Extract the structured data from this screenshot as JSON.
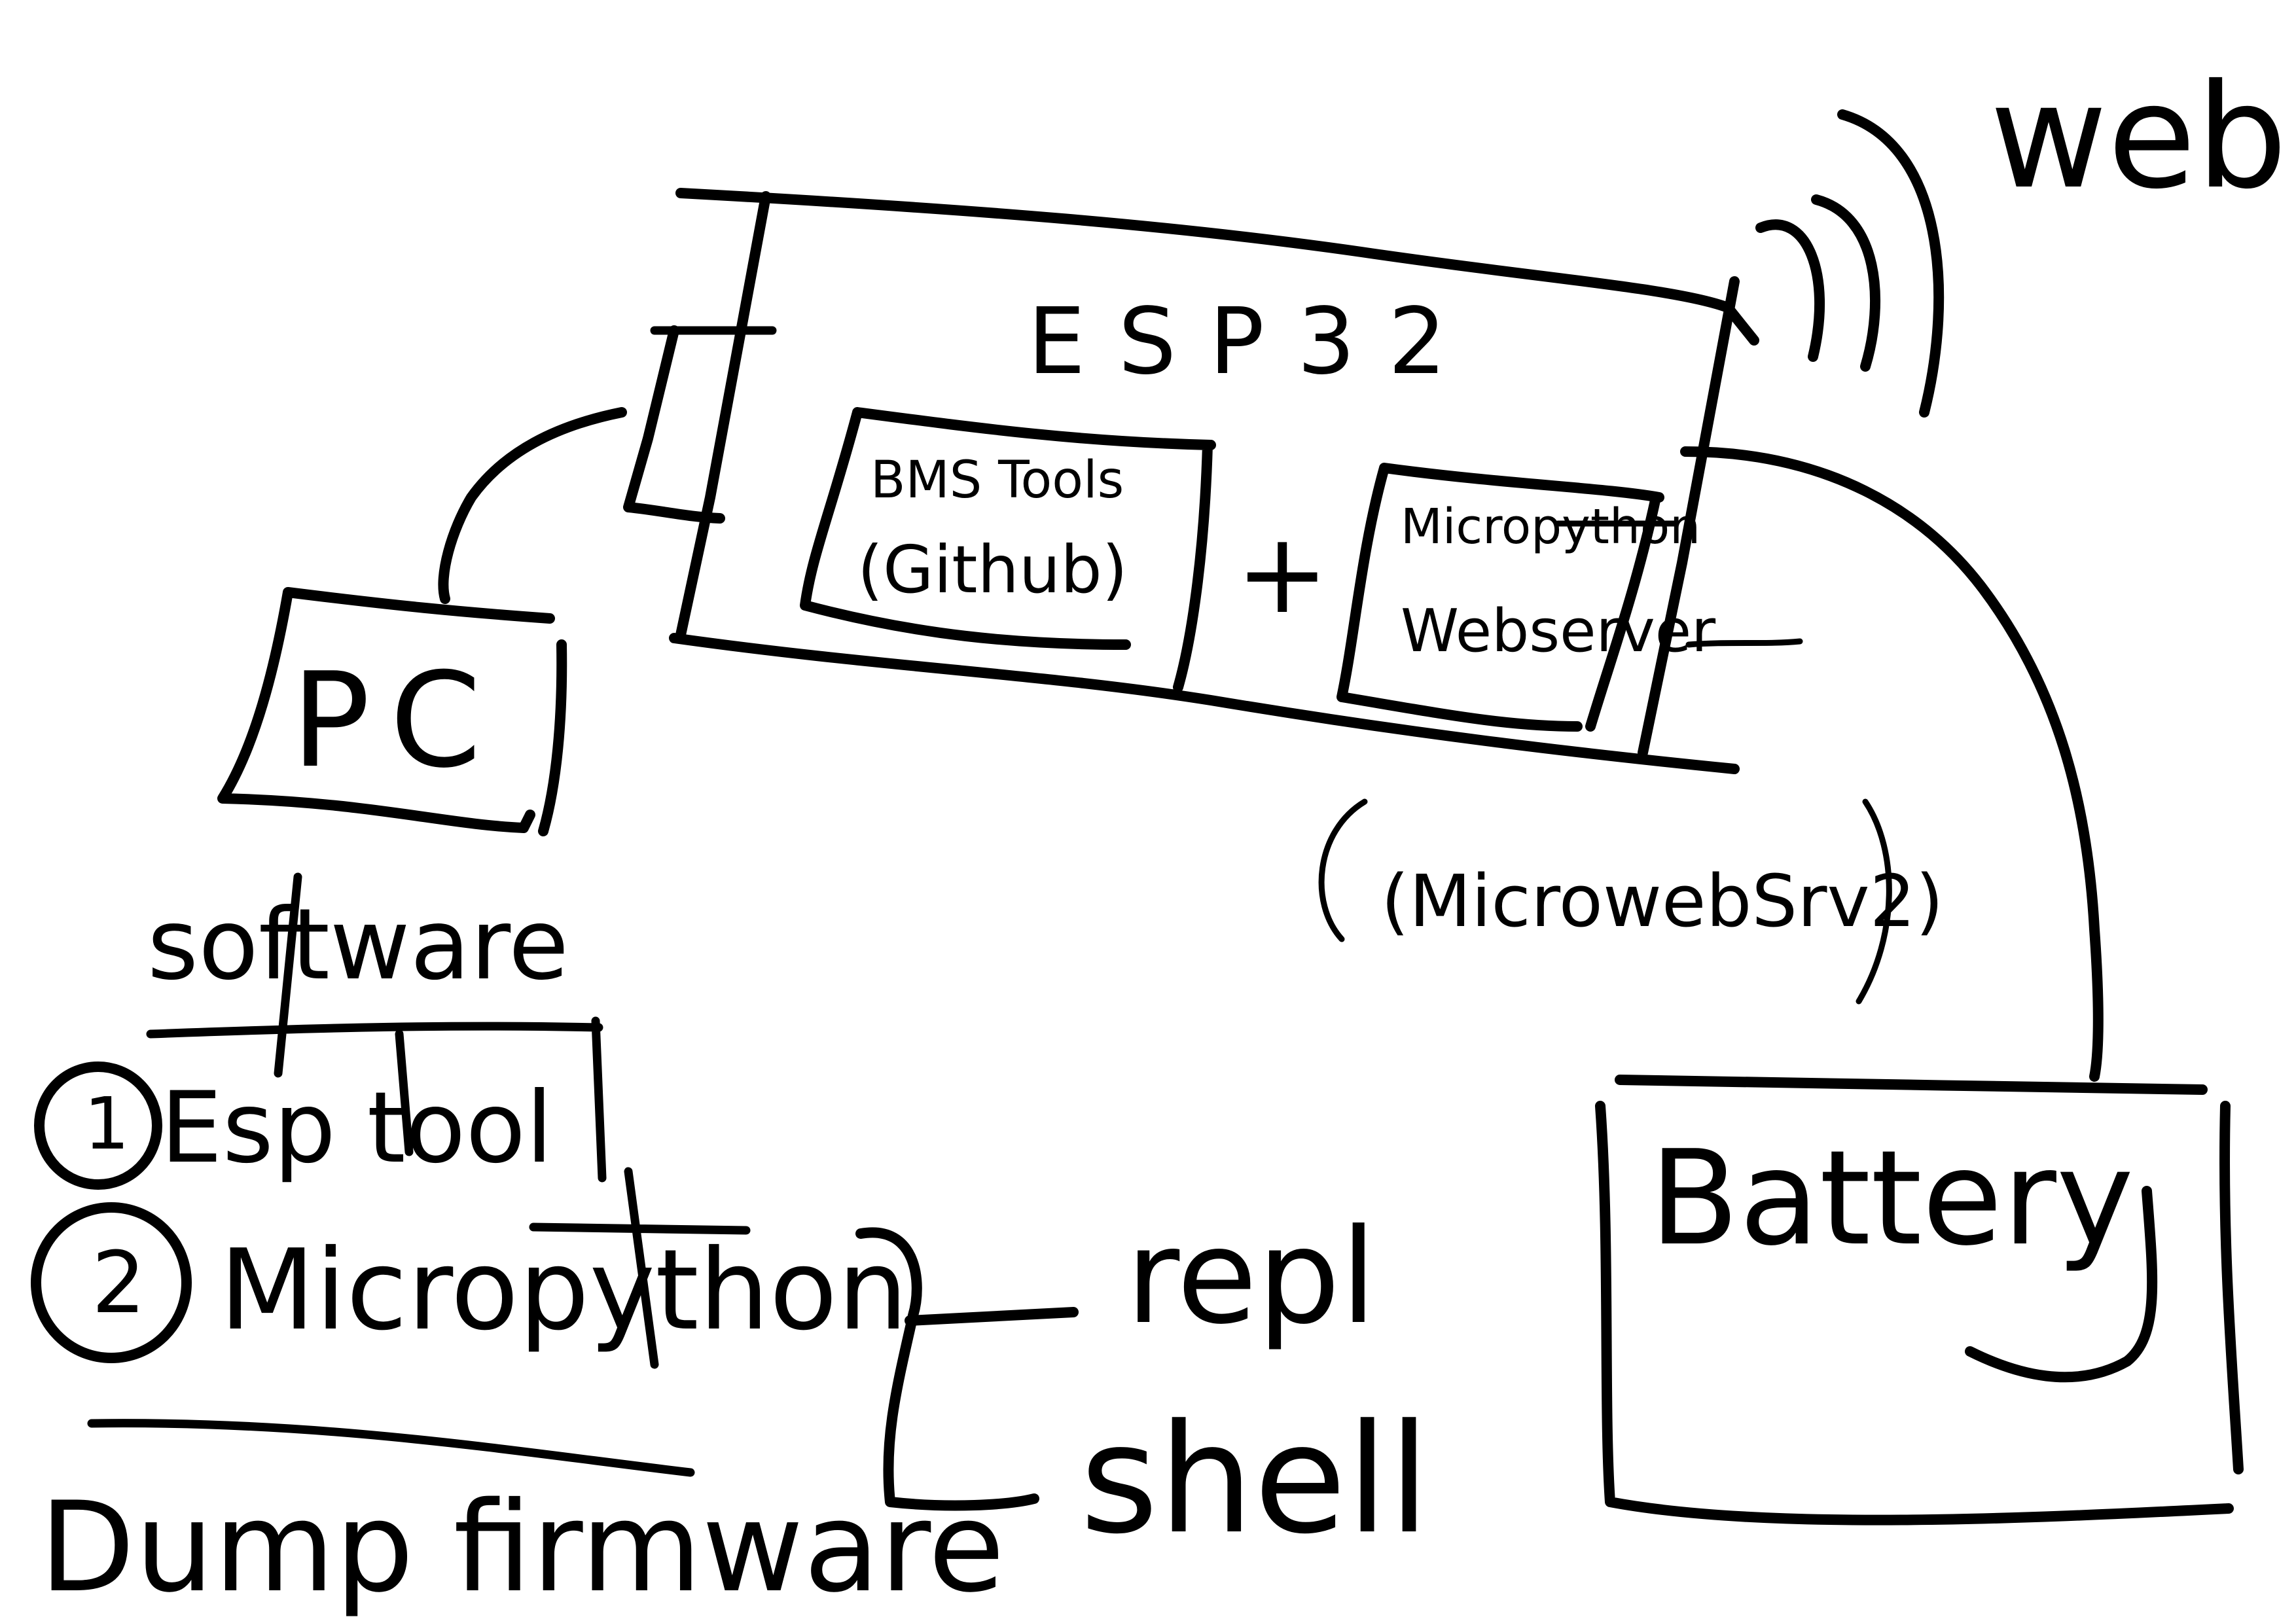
{
  "labels": {
    "esp32": "ESP32",
    "bms_tools": "BMS Tools",
    "github": "(Github)",
    "plus": "+",
    "micropython_webserver_line1": "Micropython",
    "micropython_webserver_line2": "Webserver",
    "microwebsrv2": "(MicrowebSrv2)",
    "web": "web",
    "pc": "PC",
    "battery": "Battery",
    "software_heading": "software",
    "item1_number": "1",
    "item1_text": "Esp tool",
    "item2_number": "2",
    "item2_text": "Micropython",
    "repl": "repl",
    "shell": "shell",
    "dump_firmware": "Dump firmware"
  }
}
